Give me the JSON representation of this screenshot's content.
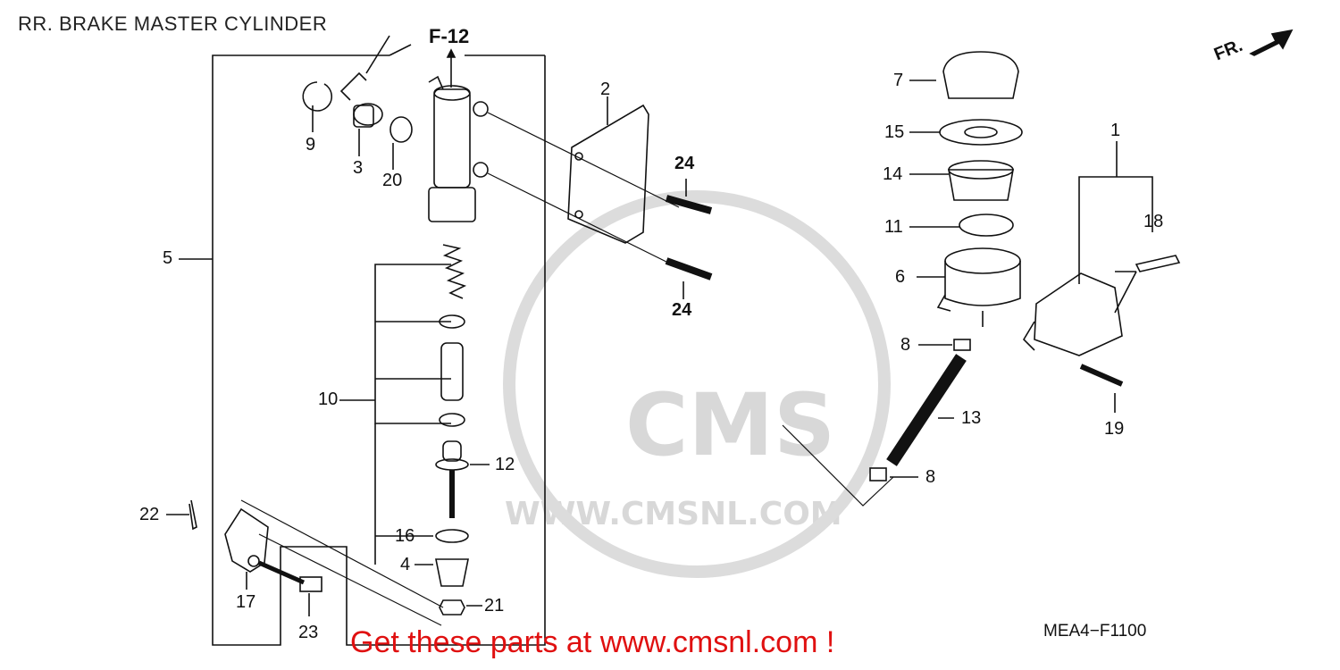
{
  "diagram": {
    "title": "RR. BRAKE MASTER CYLINDER",
    "figure_ref": "F-12",
    "direction_label": "FR.",
    "diagram_code": "MEA4−F1100",
    "footer_text": "Get these parts at www.cmsnl.com !",
    "watermark_logo": "CMS",
    "watermark_url": "WWW.CMSNL.COM",
    "colors": {
      "footer": "#e01010",
      "lines": "#111111",
      "watermark": "#d8d8d8"
    }
  },
  "callouts": [
    {
      "id": "c1",
      "text": "1"
    },
    {
      "id": "c2",
      "text": "2"
    },
    {
      "id": "c3",
      "text": "3"
    },
    {
      "id": "c4",
      "text": "4"
    },
    {
      "id": "c5",
      "text": "5"
    },
    {
      "id": "c6",
      "text": "6"
    },
    {
      "id": "c7",
      "text": "7"
    },
    {
      "id": "c8a",
      "text": "8"
    },
    {
      "id": "c8b",
      "text": "8"
    },
    {
      "id": "c9",
      "text": "9"
    },
    {
      "id": "c10",
      "text": "10"
    },
    {
      "id": "c11",
      "text": "11"
    },
    {
      "id": "c12",
      "text": "12"
    },
    {
      "id": "c13",
      "text": "13"
    },
    {
      "id": "c14",
      "text": "14"
    },
    {
      "id": "c15",
      "text": "15"
    },
    {
      "id": "c16",
      "text": "16"
    },
    {
      "id": "c17",
      "text": "17"
    },
    {
      "id": "c18",
      "text": "18"
    },
    {
      "id": "c19",
      "text": "19"
    },
    {
      "id": "c20",
      "text": "20"
    },
    {
      "id": "c21",
      "text": "21"
    },
    {
      "id": "c22",
      "text": "22"
    },
    {
      "id": "c23",
      "text": "23"
    },
    {
      "id": "c24a",
      "text": "24"
    },
    {
      "id": "c24b",
      "text": "24"
    }
  ]
}
